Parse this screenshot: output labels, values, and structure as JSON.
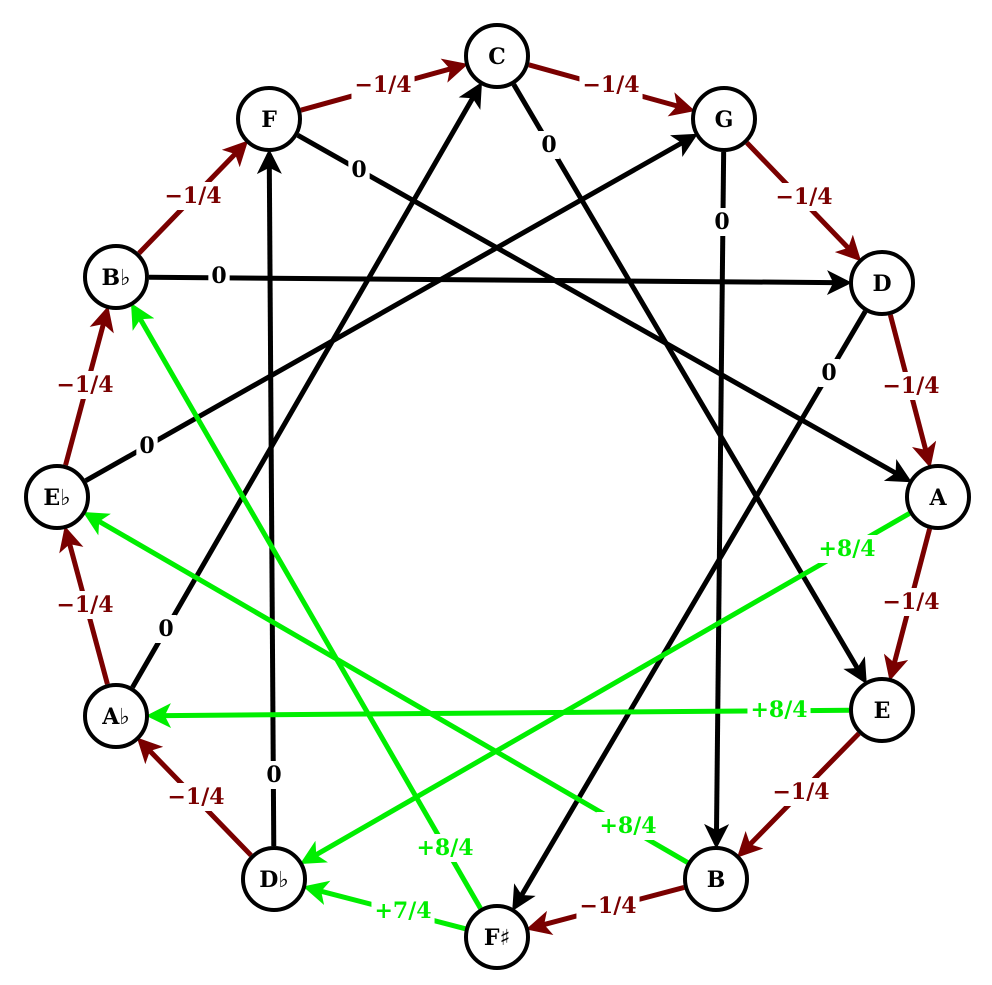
{
  "diagram": {
    "colors": {
      "fifth": "#7a0000",
      "interval": "#000000",
      "comma": "#00ee00"
    },
    "nodes": [
      {
        "id": "C",
        "label": "C"
      },
      {
        "id": "G",
        "label": "G"
      },
      {
        "id": "D",
        "label": "D"
      },
      {
        "id": "A",
        "label": "A"
      },
      {
        "id": "E",
        "label": "E"
      },
      {
        "id": "B",
        "label": "B"
      },
      {
        "id": "Fs",
        "label": "F♯"
      },
      {
        "id": "Db",
        "label": "D♭"
      },
      {
        "id": "Ab",
        "label": "A♭"
      },
      {
        "id": "Eb",
        "label": "E♭"
      },
      {
        "id": "Bb",
        "label": "B♭"
      },
      {
        "id": "F",
        "label": "F"
      }
    ],
    "edges": [
      {
        "from": "F",
        "to": "C",
        "label": "−1/4",
        "kind": "fifth"
      },
      {
        "from": "C",
        "to": "G",
        "label": "−1/4",
        "kind": "fifth"
      },
      {
        "from": "G",
        "to": "D",
        "label": "−1/4",
        "kind": "fifth"
      },
      {
        "from": "D",
        "to": "A",
        "label": "−1/4",
        "kind": "fifth"
      },
      {
        "from": "A",
        "to": "E",
        "label": "−1/4",
        "kind": "fifth"
      },
      {
        "from": "E",
        "to": "B",
        "label": "−1/4",
        "kind": "fifth"
      },
      {
        "from": "B",
        "to": "Fs",
        "label": "−1/4",
        "kind": "fifth"
      },
      {
        "from": "Db",
        "to": "Ab",
        "label": "−1/4",
        "kind": "fifth"
      },
      {
        "from": "Ab",
        "to": "Eb",
        "label": "−1/4",
        "kind": "fifth"
      },
      {
        "from": "Eb",
        "to": "Bb",
        "label": "−1/4",
        "kind": "fifth"
      },
      {
        "from": "Bb",
        "to": "F",
        "label": "−1/4",
        "kind": "fifth"
      },
      {
        "from": "Fs",
        "to": "Db",
        "label": "+7/4",
        "kind": "comma"
      },
      {
        "from": "C",
        "to": "E",
        "label": "0",
        "kind": "interval"
      },
      {
        "from": "G",
        "to": "B",
        "label": "0",
        "kind": "interval"
      },
      {
        "from": "D",
        "to": "Fs",
        "label": "0",
        "kind": "interval"
      },
      {
        "from": "F",
        "to": "A",
        "label": "0",
        "kind": "interval"
      },
      {
        "from": "Bb",
        "to": "D",
        "label": "0",
        "kind": "interval"
      },
      {
        "from": "Eb",
        "to": "G",
        "label": "0",
        "kind": "interval"
      },
      {
        "from": "Ab",
        "to": "C",
        "label": "0",
        "kind": "interval"
      },
      {
        "from": "Db",
        "to": "F",
        "label": "0",
        "kind": "interval"
      },
      {
        "from": "A",
        "to": "Db",
        "label": "+8/4",
        "kind": "comma"
      },
      {
        "from": "E",
        "to": "Ab",
        "label": "+8/4",
        "kind": "comma"
      },
      {
        "from": "B",
        "to": "Eb",
        "label": "+8/4",
        "kind": "comma"
      },
      {
        "from": "Fs",
        "to": "Bb",
        "label": "+8/4",
        "kind": "comma"
      }
    ]
  }
}
